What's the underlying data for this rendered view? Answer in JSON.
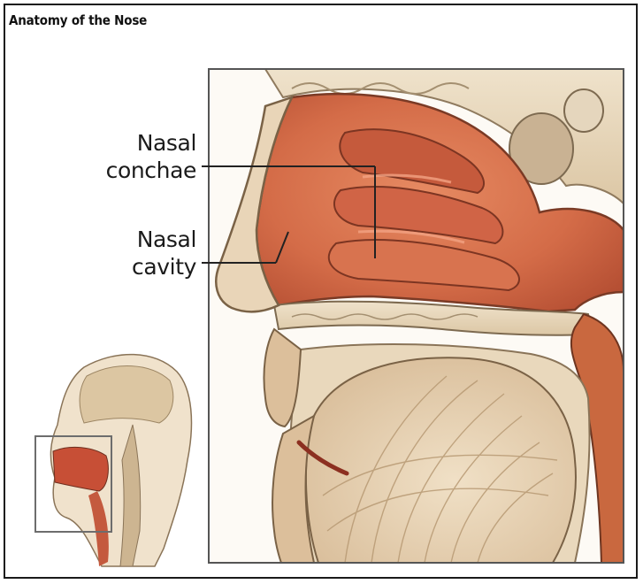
{
  "title": "Anatomy of the Nose",
  "labels": {
    "conchae": {
      "line1": "Nasal",
      "line2": "conchae"
    },
    "cavity": {
      "line1": "Nasal",
      "line2": "cavity"
    }
  },
  "colors": {
    "border": "#1a1a1a",
    "mucosa": "#d4704c",
    "bone": "#ead9c0",
    "tongue": "#e6d1b4",
    "label_line": "#222222"
  }
}
